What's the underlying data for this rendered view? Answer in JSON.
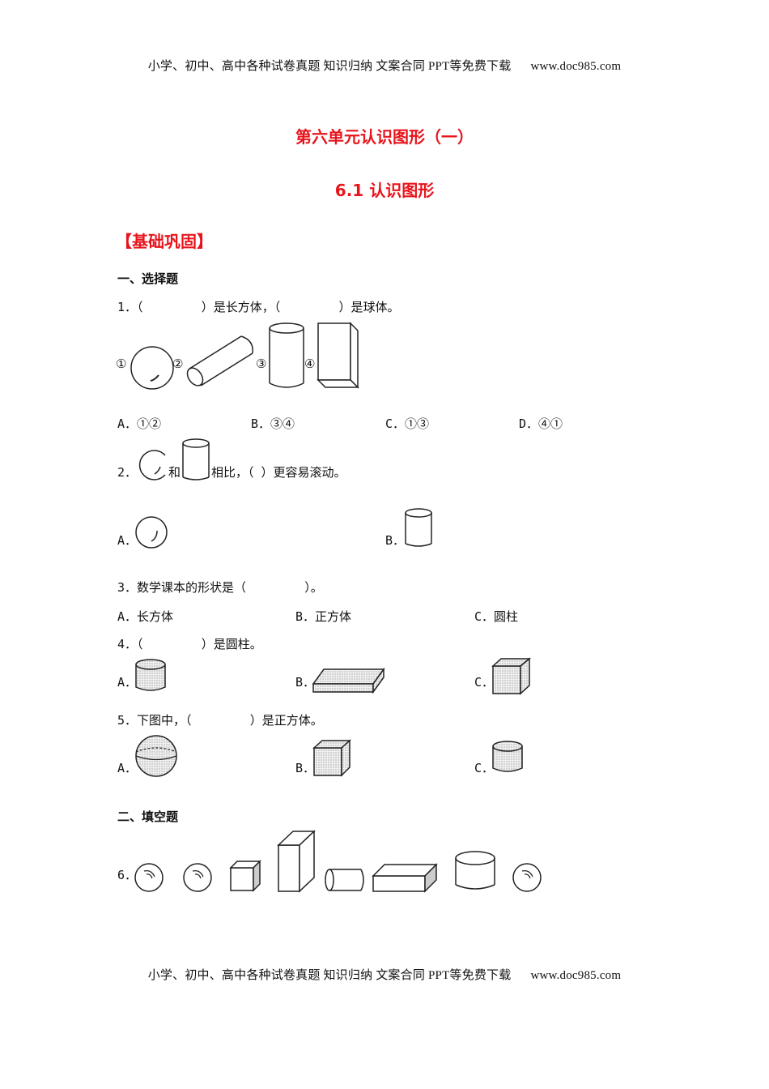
{
  "header": {
    "text": "小学、初中、高中各种试卷真题 知识归纳 文案合同 PPT等免费下载",
    "site": "www.doc985.com"
  },
  "footer": {
    "text": "小学、初中、高中各种试卷真题 知识归纳 文案合同 PPT等免费下载",
    "site": "www.doc985.com"
  },
  "title": {
    "unit": "第六单元认识图形（一）",
    "lesson": "6.1 认识图形"
  },
  "section": "【基础巩固】",
  "part1": {
    "label": "一、选择题",
    "questions": [
      {
        "stem": "1．（        ）是长方体，（        ）是球体。",
        "figure_labels": [
          "①",
          "②",
          "③",
          "④"
        ],
        "figures": [
          "sphere",
          "lying-cylinder",
          "standing-cylinder",
          "cuboid"
        ],
        "options": [
          "A．①②",
          "B．③④",
          "C．①③",
          "D．④①"
        ]
      },
      {
        "stem_prefix": "2．",
        "stem_mid": "和",
        "stem_suffix": "相比，（ ）更容易滚动。",
        "options": [
          "A．",
          "B．"
        ],
        "option_figures": [
          "sphere",
          "cylinder"
        ]
      },
      {
        "stem": "3．数学课本的形状是（        ）。",
        "options": [
          "A．长方体",
          "B．正方体",
          "C．圆柱"
        ]
      },
      {
        "stem": "4．（        ）是圆柱。",
        "options": [
          "A．",
          "B．",
          "C．"
        ],
        "option_figures": [
          "cylinder",
          "cuboid",
          "cube"
        ]
      },
      {
        "stem": "5．下图中，（        ）是正方体。",
        "options": [
          "A．",
          "B．",
          "C．"
        ],
        "option_figures": [
          "sphere",
          "cube",
          "cylinder"
        ]
      }
    ]
  },
  "part2": {
    "label": "二、填空题",
    "questions": [
      {
        "number": "6．",
        "figures": [
          "sphere",
          "sphere",
          "cube",
          "tall-cuboid",
          "lying-cylinder",
          "flat-cuboid",
          "cylinder",
          "sphere"
        ]
      }
    ]
  },
  "colors": {
    "accent_red": "#e8141c",
    "text": "#111111"
  }
}
